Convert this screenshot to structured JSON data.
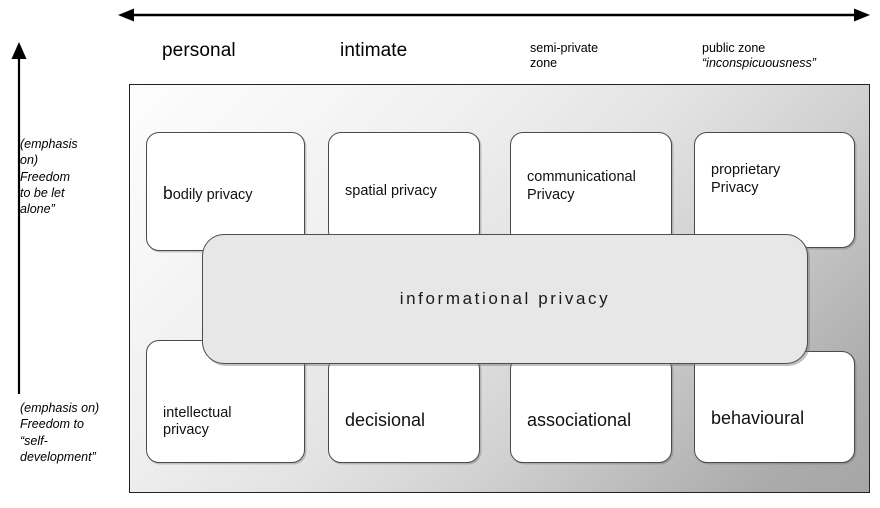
{
  "diagram": {
    "axes": {
      "horizontal": {
        "name": "privacy-zone-axis",
        "left_arrow": "left-arrowhead",
        "right_arrow": "right-arrowhead"
      },
      "vertical": {
        "name": "freedom-emphasis-axis",
        "up_arrow": "up-arrowhead"
      }
    },
    "columns": [
      {
        "title": "personal",
        "subtitle": "",
        "size": "big"
      },
      {
        "title": "intimate",
        "subtitle": "",
        "size": "big"
      },
      {
        "title": "semi-private",
        "subtitle": "zone",
        "size": "small"
      },
      {
        "title": "public zone",
        "subtitle": "“inconspicuousness”",
        "size": "small"
      }
    ],
    "side_labels": {
      "top": "(emphasis on)\nFreedom\nto be  let\nalone”",
      "top_lines": [
        "(emphasis",
        "on)",
        "Freedom",
        "to be  let",
        "alone”"
      ],
      "bottom_lines": [
        "(emphasis on)",
        "Freedom to",
        "“self-",
        "development”"
      ]
    },
    "top_row": [
      {
        "label": "bodily privacy",
        "lead": "b",
        "rest": "odily privacy",
        "size": "sz-m",
        "lines": 1
      },
      {
        "label": "spatial privacy",
        "size": "sz-m",
        "lines": 1
      },
      {
        "label": "communicational Privacy",
        "line1": "communicational",
        "line2": "Privacy",
        "size": "sz-m",
        "lines": 2
      },
      {
        "label": "proprietary Privacy",
        "line1": "proprietary",
        "line2": "Privacy",
        "size": "sz-m",
        "lines": 2
      }
    ],
    "center": {
      "label": "informational privacy"
    },
    "bottom_row": [
      {
        "label": "intellectual privacy",
        "line1": "intellectual",
        "line2": "privacy",
        "size": "sz-m",
        "lines": 2
      },
      {
        "label": "decisional",
        "size": "sz-l",
        "lines": 1
      },
      {
        "label": "associational",
        "size": "sz-l",
        "lines": 1
      },
      {
        "label": "behavioural",
        "size": "sz-l",
        "lines": 1
      }
    ],
    "colors": {
      "frame_border": "#222222",
      "card_border": "#4a4a4a",
      "card_fill": "#ffffff",
      "center_fill": "#e7e7e7",
      "gradient_start": "#fdfdfd",
      "gradient_end": "#a6a6a6",
      "text": "#000000"
    }
  }
}
